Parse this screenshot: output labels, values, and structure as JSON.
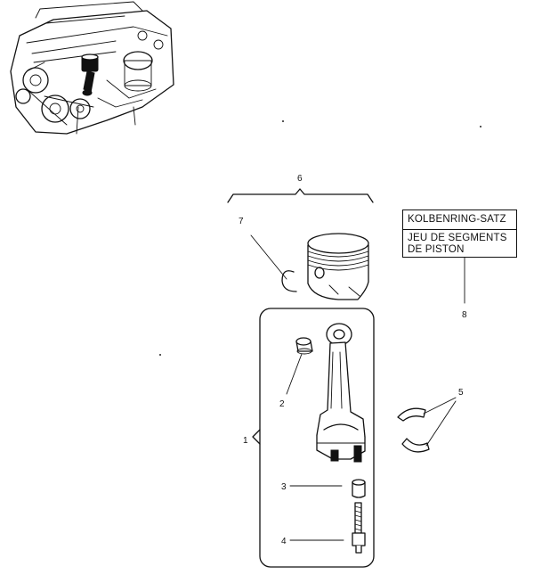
{
  "labels": {
    "kit_de": "KOLBENRING-SATZ",
    "kit_fr_line1": "JEU DE SEGMENTS",
    "kit_fr_line2": "DE PISTON"
  },
  "callouts": {
    "c1": "1",
    "c2": "2",
    "c3": "3",
    "c4": "4",
    "c5": "5",
    "c6": "6",
    "c7": "7",
    "c8": "8"
  }
}
